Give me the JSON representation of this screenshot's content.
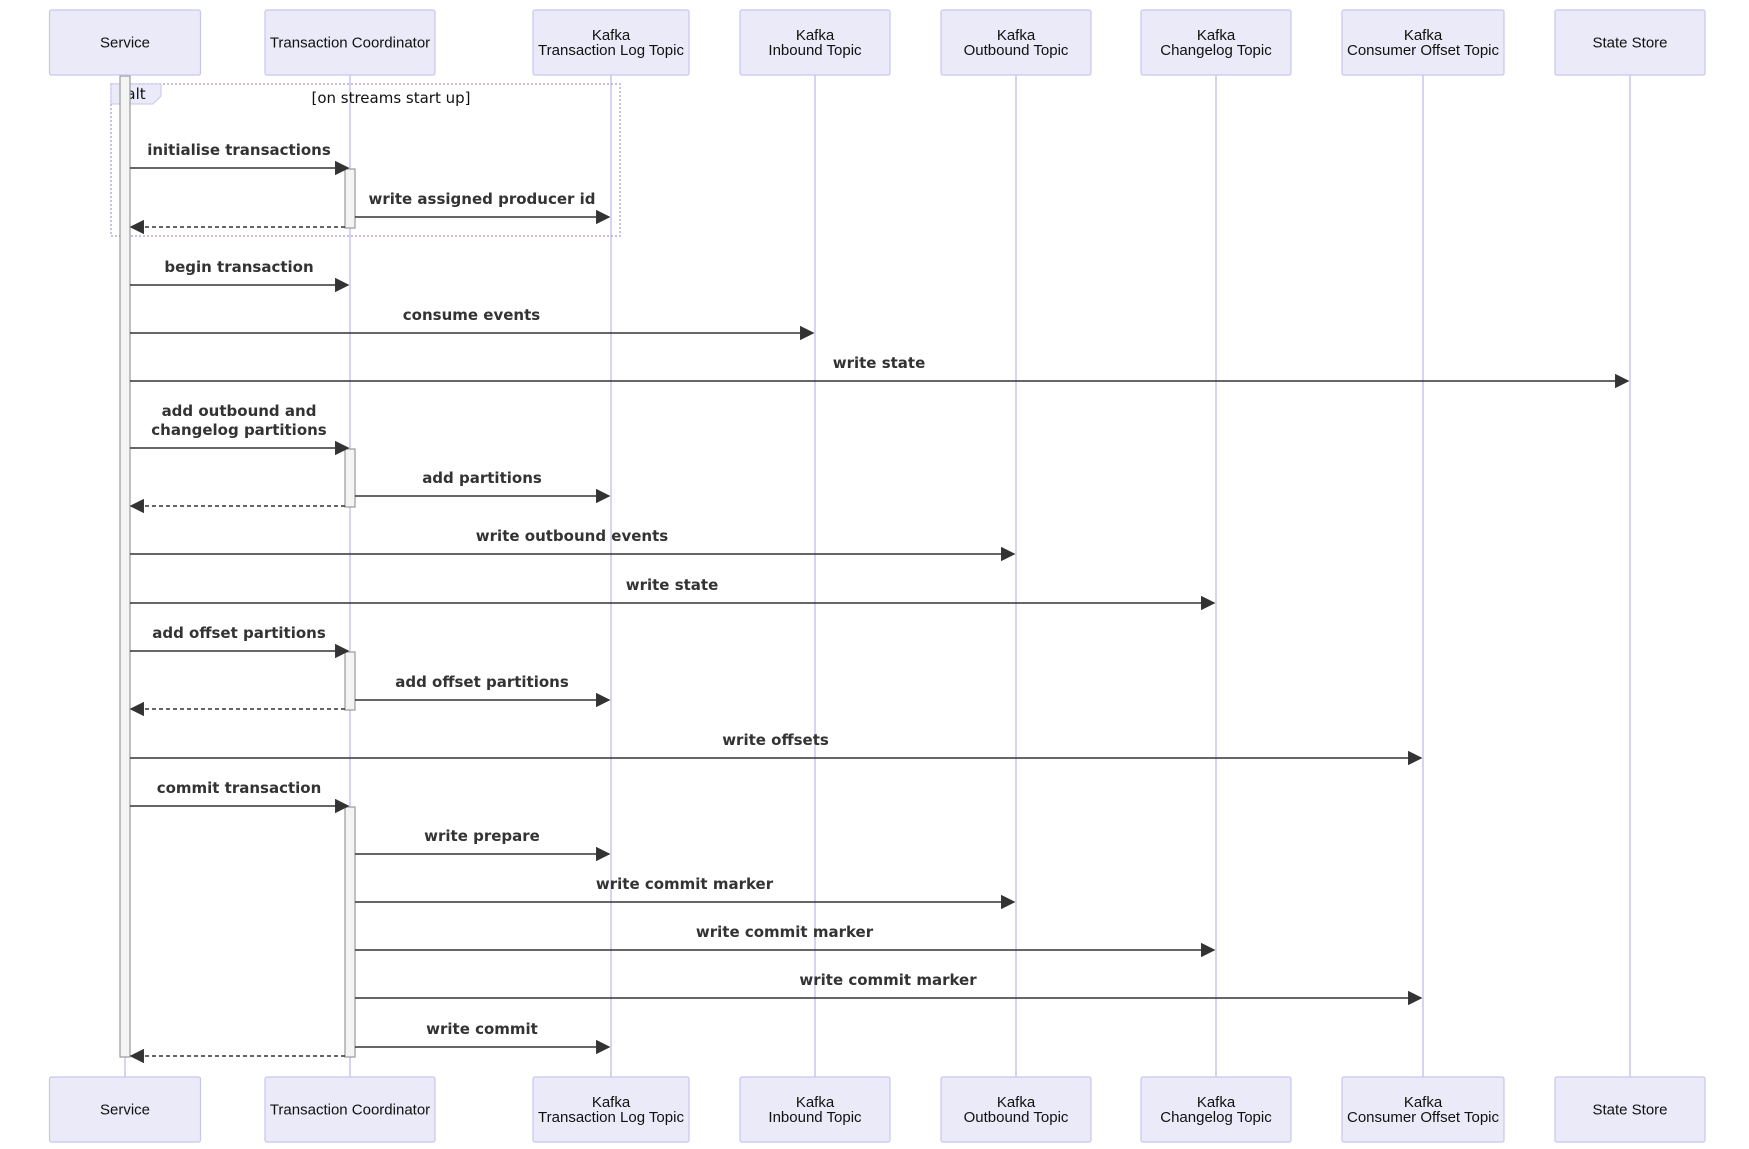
{
  "participants": [
    {
      "id": "service",
      "lines": [
        "Service"
      ]
    },
    {
      "id": "coordinator",
      "lines": [
        "Transaction Coordinator"
      ]
    },
    {
      "id": "txlog",
      "lines": [
        "Kafka",
        "Transaction Log Topic"
      ]
    },
    {
      "id": "inbound",
      "lines": [
        "Kafka",
        "Inbound Topic"
      ]
    },
    {
      "id": "outbound",
      "lines": [
        "Kafka",
        "Outbound Topic"
      ]
    },
    {
      "id": "changelog",
      "lines": [
        "Kafka",
        "Changelog Topic"
      ]
    },
    {
      "id": "offsets",
      "lines": [
        "Kafka",
        "Consumer Offset Topic"
      ]
    },
    {
      "id": "state",
      "lines": [
        "State Store"
      ]
    }
  ],
  "fragment": {
    "operator": "alt",
    "condition": "[on streams start up]"
  },
  "messages": [
    {
      "from": "service",
      "to": "coordinator",
      "label": [
        "initialise transactions"
      ],
      "kind": "sync",
      "in_fragment": true
    },
    {
      "from": "coordinator",
      "to": "txlog",
      "label": [
        "write assigned producer id"
      ],
      "kind": "sync",
      "in_fragment": true
    },
    {
      "from": "coordinator",
      "to": "service",
      "label": [],
      "kind": "return",
      "in_fragment": true
    },
    {
      "from": "service",
      "to": "coordinator",
      "label": [
        "begin transaction"
      ],
      "kind": "sync"
    },
    {
      "from": "service",
      "to": "inbound",
      "label": [
        "consume events"
      ],
      "kind": "sync"
    },
    {
      "from": "service",
      "to": "state",
      "label": [
        "write state"
      ],
      "kind": "sync"
    },
    {
      "from": "service",
      "to": "coordinator",
      "label": [
        "add outbound and",
        "changelog partitions"
      ],
      "kind": "sync"
    },
    {
      "from": "coordinator",
      "to": "txlog",
      "label": [
        "add partitions"
      ],
      "kind": "sync"
    },
    {
      "from": "coordinator",
      "to": "service",
      "label": [],
      "kind": "return"
    },
    {
      "from": "service",
      "to": "outbound",
      "label": [
        "write outbound events"
      ],
      "kind": "sync"
    },
    {
      "from": "service",
      "to": "changelog",
      "label": [
        "write state"
      ],
      "kind": "sync"
    },
    {
      "from": "service",
      "to": "coordinator",
      "label": [
        "add offset partitions"
      ],
      "kind": "sync"
    },
    {
      "from": "coordinator",
      "to": "txlog",
      "label": [
        "add offset partitions"
      ],
      "kind": "sync"
    },
    {
      "from": "coordinator",
      "to": "service",
      "label": [],
      "kind": "return"
    },
    {
      "from": "service",
      "to": "offsets",
      "label": [
        "write offsets"
      ],
      "kind": "sync"
    },
    {
      "from": "service",
      "to": "coordinator",
      "label": [
        "commit transaction"
      ],
      "kind": "sync"
    },
    {
      "from": "coordinator",
      "to": "txlog",
      "label": [
        "write prepare"
      ],
      "kind": "sync"
    },
    {
      "from": "coordinator",
      "to": "outbound",
      "label": [
        "write commit marker"
      ],
      "kind": "sync"
    },
    {
      "from": "coordinator",
      "to": "changelog",
      "label": [
        "write commit marker"
      ],
      "kind": "sync"
    },
    {
      "from": "coordinator",
      "to": "offsets",
      "label": [
        "write commit marker"
      ],
      "kind": "sync"
    },
    {
      "from": "coordinator",
      "to": "txlog",
      "label": [
        "write commit"
      ],
      "kind": "sync"
    },
    {
      "from": "coordinator",
      "to": "service",
      "label": [],
      "kind": "return"
    }
  ],
  "activations": [
    {
      "participant": "service",
      "first_message": 0,
      "last_message": 21
    },
    {
      "participant": "coordinator",
      "first_message": 0,
      "last_message": 2
    },
    {
      "participant": "coordinator",
      "first_message": 6,
      "last_message": 8
    },
    {
      "participant": "coordinator",
      "first_message": 11,
      "last_message": 13
    },
    {
      "participant": "coordinator",
      "first_message": 15,
      "last_message": 21
    }
  ]
}
